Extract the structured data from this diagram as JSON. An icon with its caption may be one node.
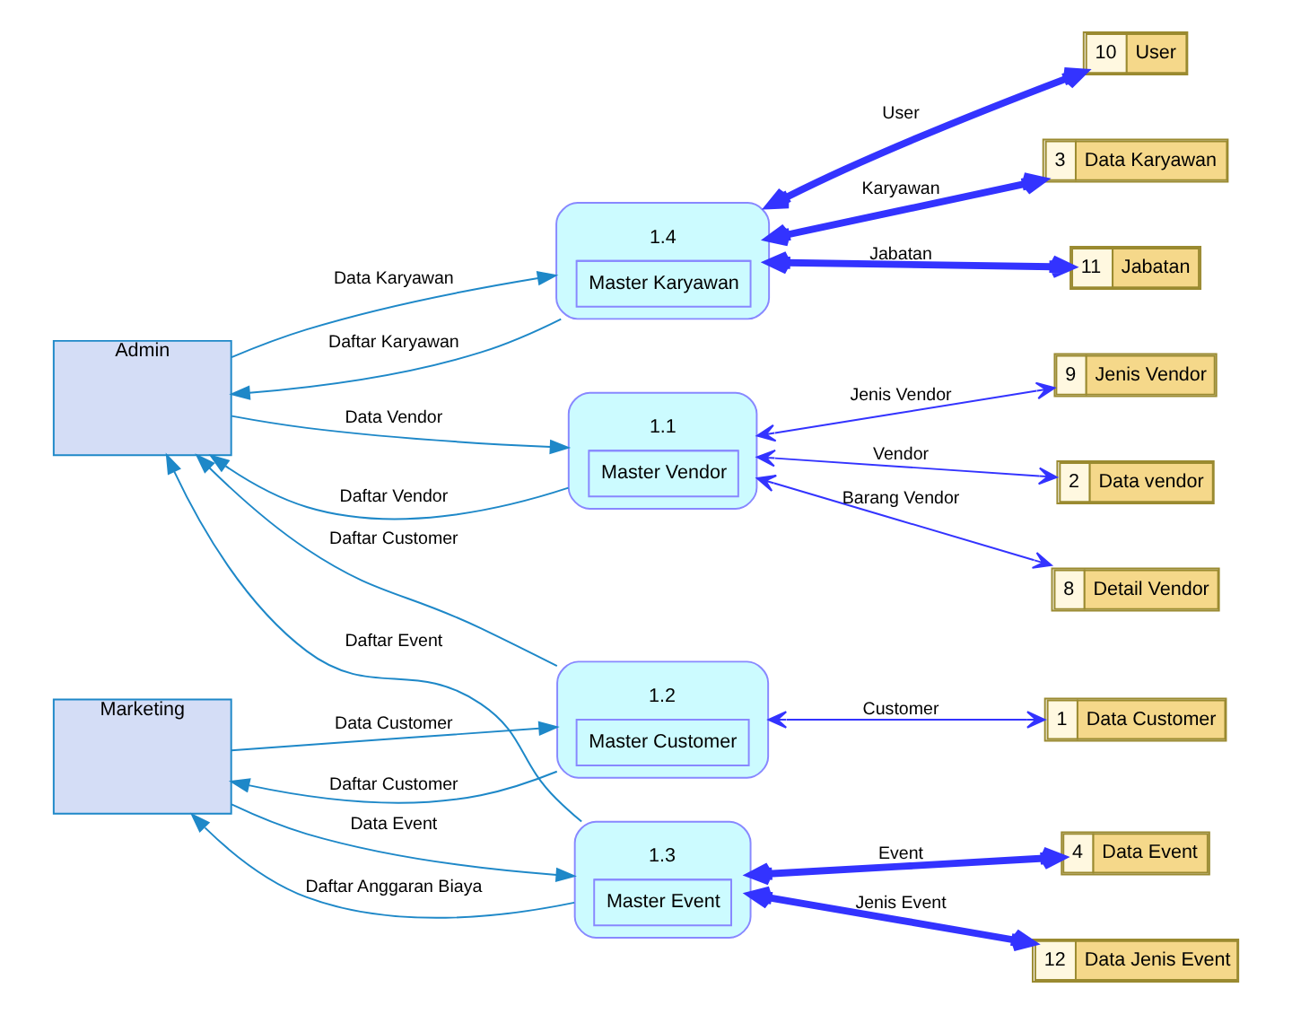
{
  "diagram": {
    "nodes": [
      {
        "text": [
          "1.4",
          "Master Karyawan"
        ]
      },
      {
        "text": [
          "10",
          "User"
        ]
      },
      {
        "text": [
          "3",
          "Data Karyawan"
        ]
      },
      {
        "text": [
          "11",
          "Jabatan"
        ]
      },
      {
        "text": [
          "Admin"
        ]
      },
      {
        "text": [
          "1.1",
          "Master Vendor"
        ]
      },
      {
        "text": [
          "9",
          "Jenis Vendor"
        ]
      },
      {
        "text": [
          "2",
          "Data vendor"
        ]
      },
      {
        "text": [
          "8",
          "Detail Vendor"
        ]
      },
      {
        "text": [
          "1.2",
          "Master Customer"
        ]
      },
      {
        "text": [
          "1",
          "Data Customer"
        ]
      },
      {
        "text": [
          "Marketing"
        ]
      },
      {
        "text": [
          "1.3",
          "Master Event"
        ]
      },
      {
        "text": [
          "4",
          "Data Event"
        ]
      },
      {
        "text": [
          "12",
          "Data Jenis Event"
        ]
      }
    ],
    "edges": [
      {
        "from": 0,
        "to": 1,
        "arrow": "both",
        "label": "User",
        "style": "thick"
      },
      {
        "from": 0,
        "to": 2,
        "arrow": "both",
        "label": "Karyawan",
        "style": "thick"
      },
      {
        "from": 0,
        "to": 3,
        "arrow": "both",
        "label": "Jabatan",
        "style": "thick"
      },
      {
        "from": 0,
        "to": 4,
        "arrow": "to",
        "label": "Daftar Karyawan",
        "color": "#1e88c8"
      },
      {
        "from": 4,
        "to": 0,
        "arrow": "to",
        "label": "Data Karyawan",
        "color": "#1e88c8"
      },
      {
        "from": 5,
        "to": 6,
        "arrow": "both",
        "label": "Jenis Vendor"
      },
      {
        "from": 5,
        "to": 7,
        "arrow": "both",
        "label": "Vendor"
      },
      {
        "from": 5,
        "to": 8,
        "arrow": "both",
        "label": "Barang Vendor"
      },
      {
        "from": 5,
        "to": 4,
        "arrow": "to",
        "label": "Daftar Vendor",
        "color": "#1e88c8"
      },
      {
        "from": 4,
        "to": 5,
        "arrow": "to",
        "label": "Data Vendor",
        "color": "#1e88c8"
      },
      {
        "from": 9,
        "to": 4,
        "arrow": "to",
        "label": "Daftar Customer",
        "color": "#1e88c8"
      },
      {
        "from": 9,
        "to": 10,
        "arrow": "both",
        "label": "Customer"
      },
      {
        "from": 9,
        "to": 11,
        "arrow": "to",
        "label": "Daftar Customer",
        "color": "#1e88c8"
      },
      {
        "from": 11,
        "to": 9,
        "arrow": "to",
        "label": "Data Customer",
        "color": "#1e88c8"
      },
      {
        "from": 11,
        "to": 12,
        "arrow": "to",
        "label": "Data Event",
        "color": "#1e88c8"
      },
      {
        "from": 12,
        "to": 11,
        "arrow": "to",
        "label": "Daftar Anggaran Biaya",
        "color": "#1e88c8"
      },
      {
        "from": 12,
        "to": 4,
        "arrow": "to",
        "label": "Daftar Event",
        "color": "#1e88c8"
      },
      {
        "from": 12,
        "to": 13,
        "arrow": "both",
        "label": "Event",
        "style": "thick"
      },
      {
        "from": 12,
        "to": 14,
        "arrow": "both",
        "label": "Jenis Event",
        "style": "thick"
      }
    ]
  }
}
